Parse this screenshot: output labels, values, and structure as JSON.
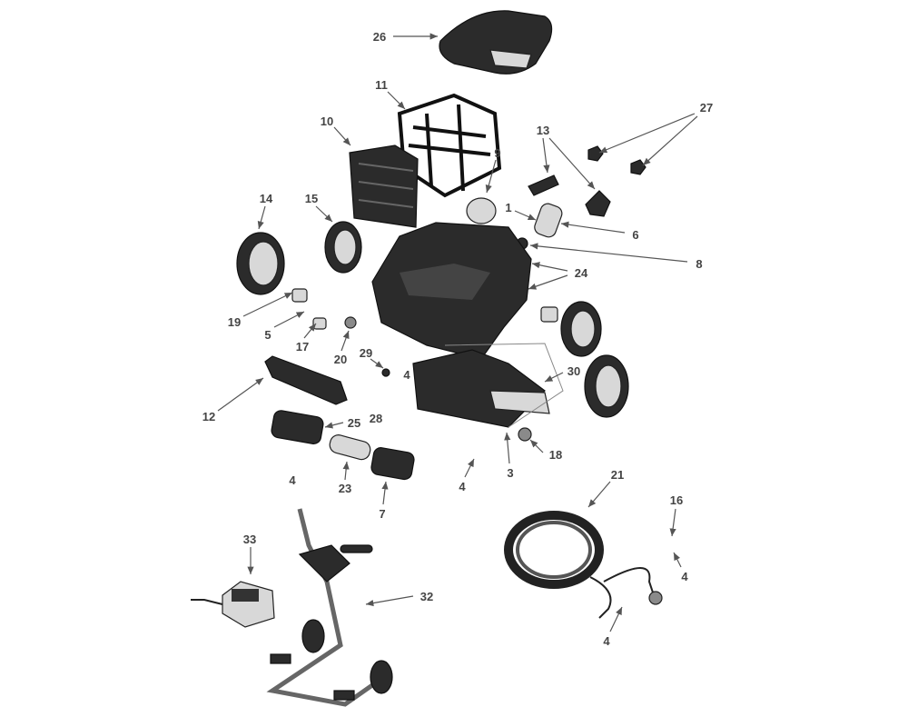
{
  "title": "Robotic pool cleaner exploded parts diagram",
  "callouts": {
    "c26": "26",
    "c11": "11",
    "c10": "10",
    "c27": "27",
    "c13": "13",
    "c9": "9",
    "c14": "14",
    "c15": "15",
    "c1": "1",
    "c6": "6",
    "c8": "8",
    "c24": "24",
    "c19": "19",
    "c5": "5",
    "c17": "17",
    "c20": "20",
    "c29": "29",
    "c4a": "4",
    "c30": "30",
    "c12": "12",
    "c28": "28",
    "c25": "25",
    "c18": "18",
    "c3": "3",
    "c4b": "4",
    "c23": "23",
    "c7": "7",
    "c4c": "4",
    "c21": "21",
    "c16": "16",
    "c4d": "4",
    "c33": "33",
    "c32": "32",
    "c4e": "4"
  }
}
